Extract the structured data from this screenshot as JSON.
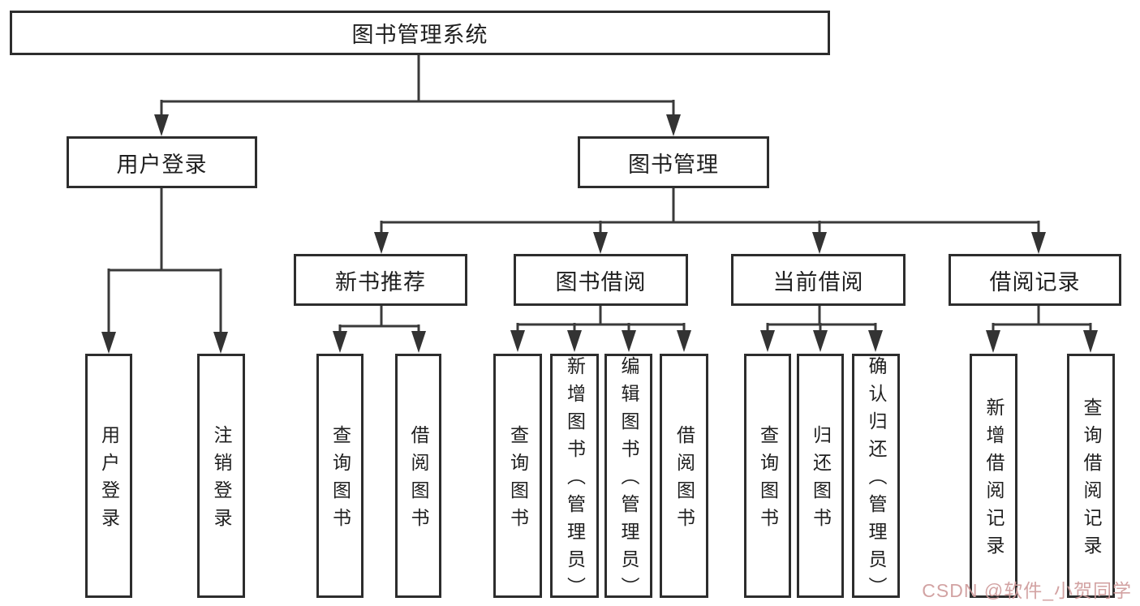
{
  "colors": {
    "background": "#ffffff",
    "box_border": "#2d2d2d",
    "connector_line": "#3a3a3a",
    "text": "#1f1f1f",
    "watermark_text": "#cf9b9b"
  },
  "watermark": {
    "text": "CSDN @软件_小贺同学"
  },
  "tree": {
    "root": {
      "label": "图书管理系统",
      "children": [
        {
          "label": "用户登录",
          "children": [
            {
              "label": "用户登录"
            },
            {
              "label": "注销登录"
            }
          ]
        },
        {
          "label": "图书管理",
          "children": [
            {
              "label": "新书推荐",
              "children": [
                {
                  "label": "查询图书"
                },
                {
                  "label": "借阅图书"
                }
              ]
            },
            {
              "label": "图书借阅",
              "children": [
                {
                  "label": "查询图书"
                },
                {
                  "label": "新增图书（管理员）"
                },
                {
                  "label": "编辑图书（管理员）"
                },
                {
                  "label": "借阅图书"
                }
              ]
            },
            {
              "label": "当前借阅",
              "children": [
                {
                  "label": "查询图书"
                },
                {
                  "label": "归还图书"
                },
                {
                  "label": "确认归还（管理员）"
                }
              ]
            },
            {
              "label": "借阅记录",
              "children": [
                {
                  "label": "新增借阅记录"
                },
                {
                  "label": "查询借阅记录"
                }
              ]
            }
          ]
        }
      ]
    }
  }
}
